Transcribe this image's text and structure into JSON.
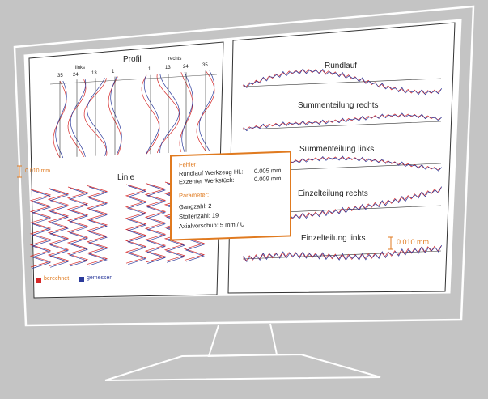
{
  "colors": {
    "computed": "#d62828",
    "measured": "#2b3a9b",
    "accent": "#e07a1f",
    "background": "#c4c4c4"
  },
  "left": {
    "title_profil": "Profil",
    "links": "links",
    "rechts": "rechts",
    "ticks_left": [
      "35",
      "24",
      "13",
      "1"
    ],
    "ticks_right": [
      "1",
      "13",
      "24",
      "35"
    ],
    "scale": "0.010 mm",
    "title_linie": "Linie",
    "legend": [
      {
        "label": "berechnet"
      },
      {
        "label": "gemessen"
      }
    ]
  },
  "right": {
    "rows": [
      {
        "label": "Rundlauf"
      },
      {
        "label": "Summenteilung rechts"
      },
      {
        "label": "Summenteilung links"
      },
      {
        "label": "Einzelteilung rechts"
      },
      {
        "label": "Einzelteilung links"
      }
    ],
    "scale": "0.010 mm"
  },
  "info": {
    "errors_title": "Fehler:",
    "errors": [
      {
        "name": "Rundlauf Werkzeug HL:",
        "value": "0.005 mm"
      },
      {
        "name": "Exzenter Werkstück:",
        "value": "0.009 mm"
      }
    ],
    "params_title": "Parameter:",
    "params": [
      "Gangzahl: 2",
      "Stollenzahl: 19",
      "Axialvorschub: 5 mm / U"
    ]
  }
}
